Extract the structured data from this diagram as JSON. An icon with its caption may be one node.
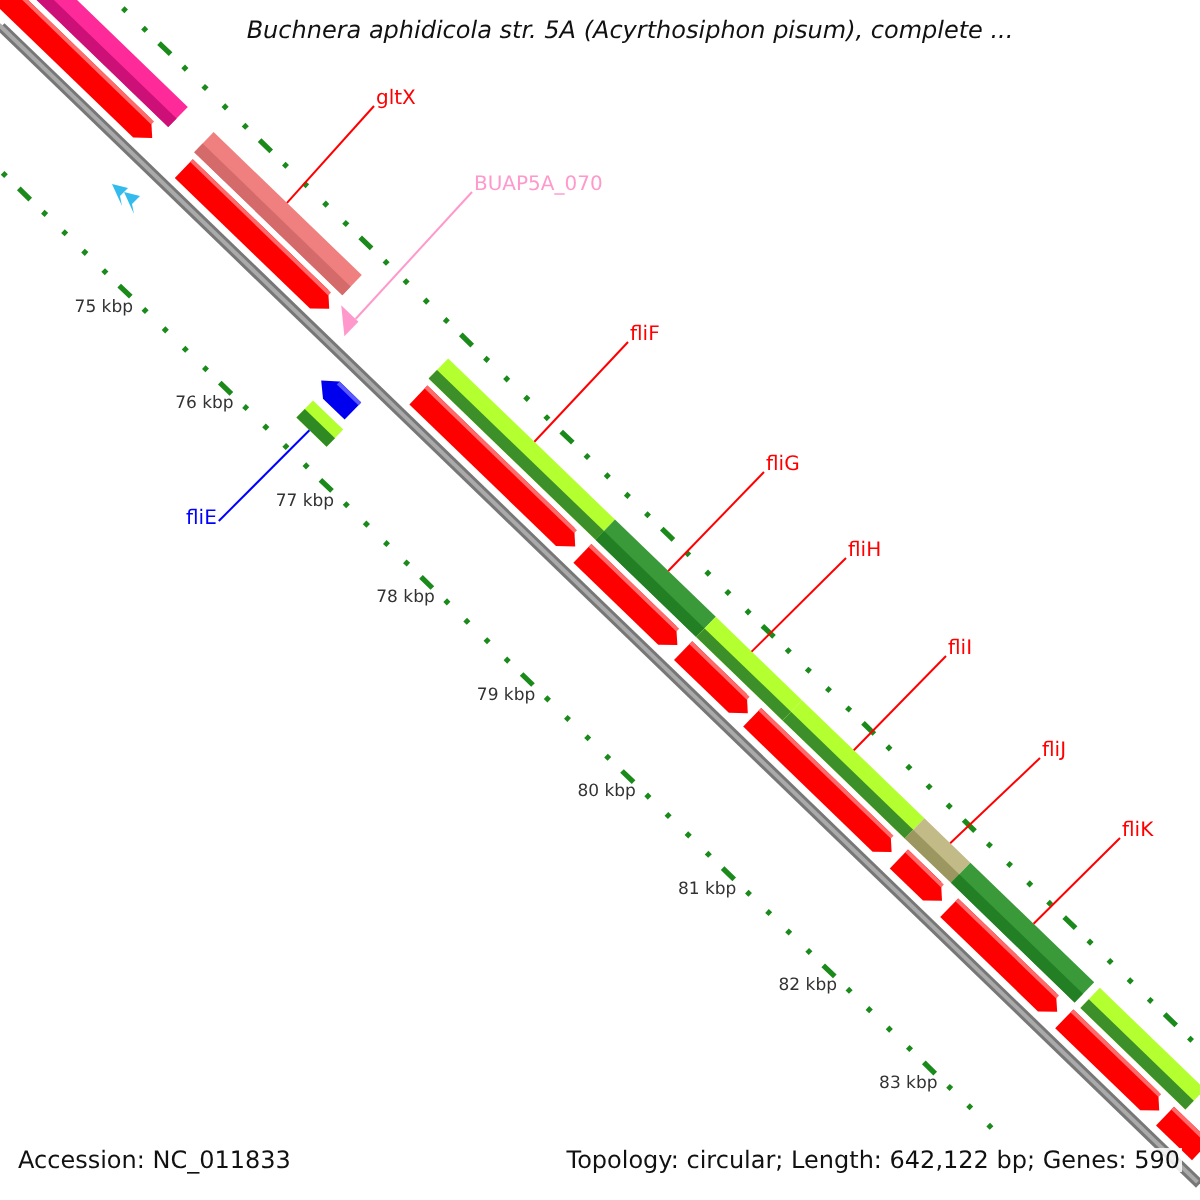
{
  "diagram": {
    "title": "Buchnera aphidicola str. 5A (Acyrthosiphon pisum), complete ...",
    "nodes": [
      {
        "text": [
          "gltX"
        ]
      },
      {
        "text": [],
        "shape": "bar"
      },
      {
        "text": [
          "BUAP5A_070"
        ]
      },
      {
        "text": [],
        "shape": "triangle"
      },
      {
        "text": [
          "fliE"
        ]
      },
      {
        "text": [],
        "shape": "bar"
      },
      {
        "text": [
          "fliF"
        ]
      },
      {
        "text": [],
        "shape": "bar"
      },
      {
        "text": [
          "fliG"
        ]
      },
      {
        "text": [],
        "shape": "bar"
      },
      {
        "text": [
          "fliH"
        ]
      },
      {
        "text": [],
        "shape": "bar"
      },
      {
        "text": [
          "fliI"
        ]
      },
      {
        "text": [],
        "shape": "bar"
      },
      {
        "text": [
          "fliJ"
        ]
      },
      {
        "text": [],
        "shape": "bar"
      },
      {
        "text": [
          "fliK"
        ]
      },
      {
        "text": [],
        "shape": "bar"
      },
      {
        "text": [],
        "shape": "bar"
      },
      {
        "text": [],
        "shape": "bar"
      },
      {
        "text": [],
        "shape": "pentagon"
      },
      {
        "text": [],
        "shape": "arrow"
      },
      {
        "text": [],
        "shape": "arrow"
      },
      {
        "text": [],
        "shape": "arrow"
      },
      {
        "text": [],
        "shape": "arrow"
      },
      {
        "text": [],
        "shape": "arrow"
      },
      {
        "text": [],
        "shape": "arrow"
      },
      {
        "text": [],
        "shape": "arrow"
      },
      {
        "text": [],
        "shape": "arrow"
      },
      {
        "text": [],
        "shape": "arrow"
      },
      {
        "text": [],
        "shape": "arrow"
      }
    ],
    "edges": [
      {
        "from": 0,
        "to": 1,
        "arrow": "none"
      },
      {
        "from": 2,
        "to": 3,
        "arrow": "none",
        "color": "#ff99cc"
      },
      {
        "from": 4,
        "to": 5,
        "arrow": "none",
        "color": "#0000ff"
      },
      {
        "from": 6,
        "to": 7,
        "arrow": "none"
      },
      {
        "from": 8,
        "to": 9,
        "arrow": "none"
      },
      {
        "from": 10,
        "to": 11,
        "arrow": "none"
      },
      {
        "from": 12,
        "to": 13,
        "arrow": "none"
      },
      {
        "from": 14,
        "to": 15,
        "arrow": "none"
      },
      {
        "from": 16,
        "to": 17,
        "arrow": "none"
      }
    ],
    "labels": [
      "75 kbp",
      "76 kbp",
      "77 kbp",
      "78 kbp",
      "79 kbp",
      "80 kbp",
      "81 kbp",
      "82 kbp",
      "83 kbp",
      "Accession: NC_011833",
      "Topology: circular; Length: 642,122 bp; Genes: 590"
    ]
  }
}
